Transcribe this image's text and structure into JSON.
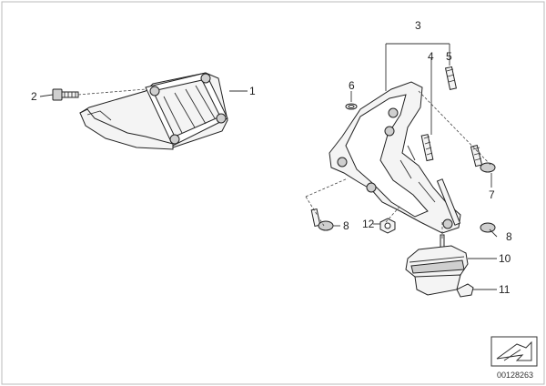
{
  "callouts": {
    "c1": "1",
    "c2": "2",
    "c3": "3",
    "c4": "4",
    "c5": "5",
    "c6": "6",
    "c7": "7",
    "c8a": "8",
    "c8b": "8",
    "c10": "10",
    "c11": "11",
    "c12": "12"
  },
  "document_number": "00128263",
  "icons": {
    "corner": "folded-page-arrow-icon"
  }
}
